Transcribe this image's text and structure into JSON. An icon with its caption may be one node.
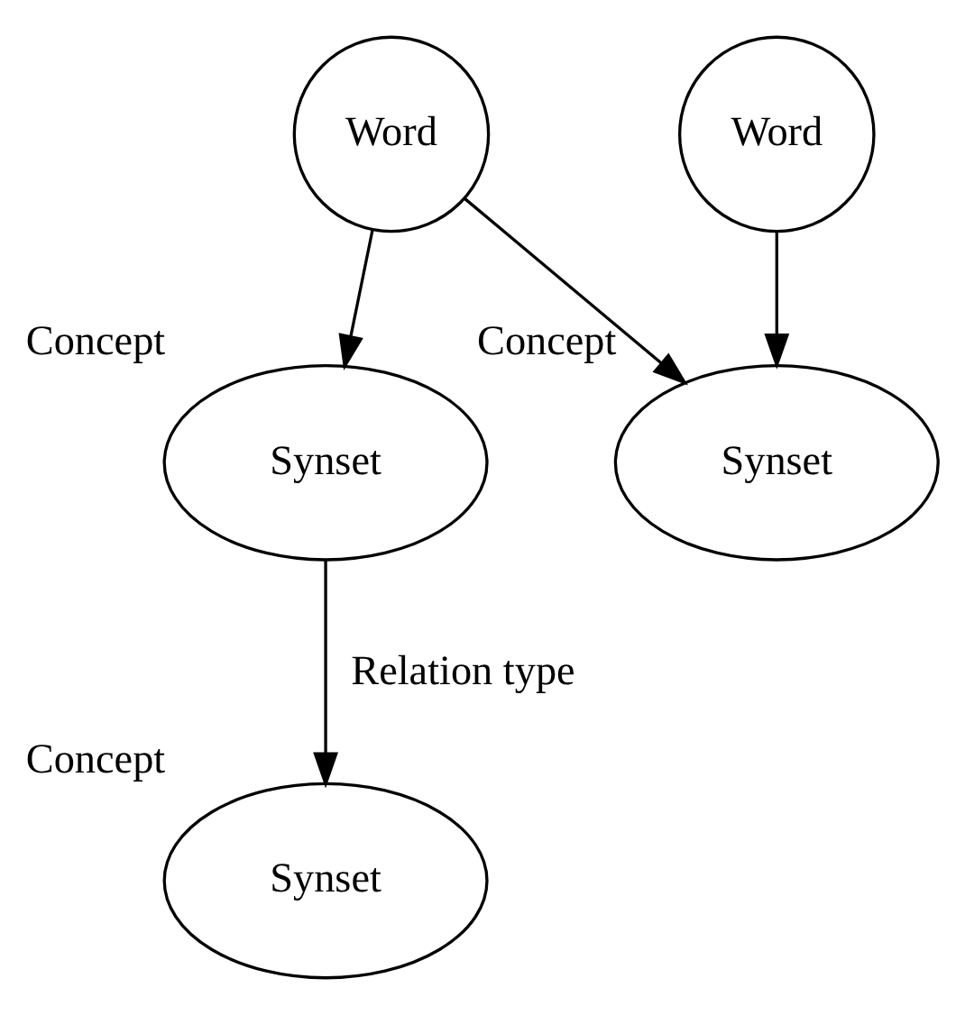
{
  "diagram": {
    "nodes": [
      {
        "text": [
          "Word"
        ]
      },
      {
        "text": [
          "Word"
        ]
      },
      {
        "text": [
          "Synset"
        ],
        "beside": [
          "Concept"
        ]
      },
      {
        "text": [
          "Synset"
        ],
        "beside": [
          "Concept"
        ]
      },
      {
        "text": [
          "Synset"
        ],
        "beside": [
          "Concept"
        ]
      }
    ],
    "edges": [
      {
        "from": 0,
        "to": 2,
        "arrow": "to"
      },
      {
        "from": 0,
        "to": 3,
        "arrow": "to"
      },
      {
        "from": 1,
        "to": 3,
        "arrow": "to"
      },
      {
        "from": 2,
        "to": 4,
        "arrow": "to",
        "label": "Relation type"
      }
    ]
  }
}
